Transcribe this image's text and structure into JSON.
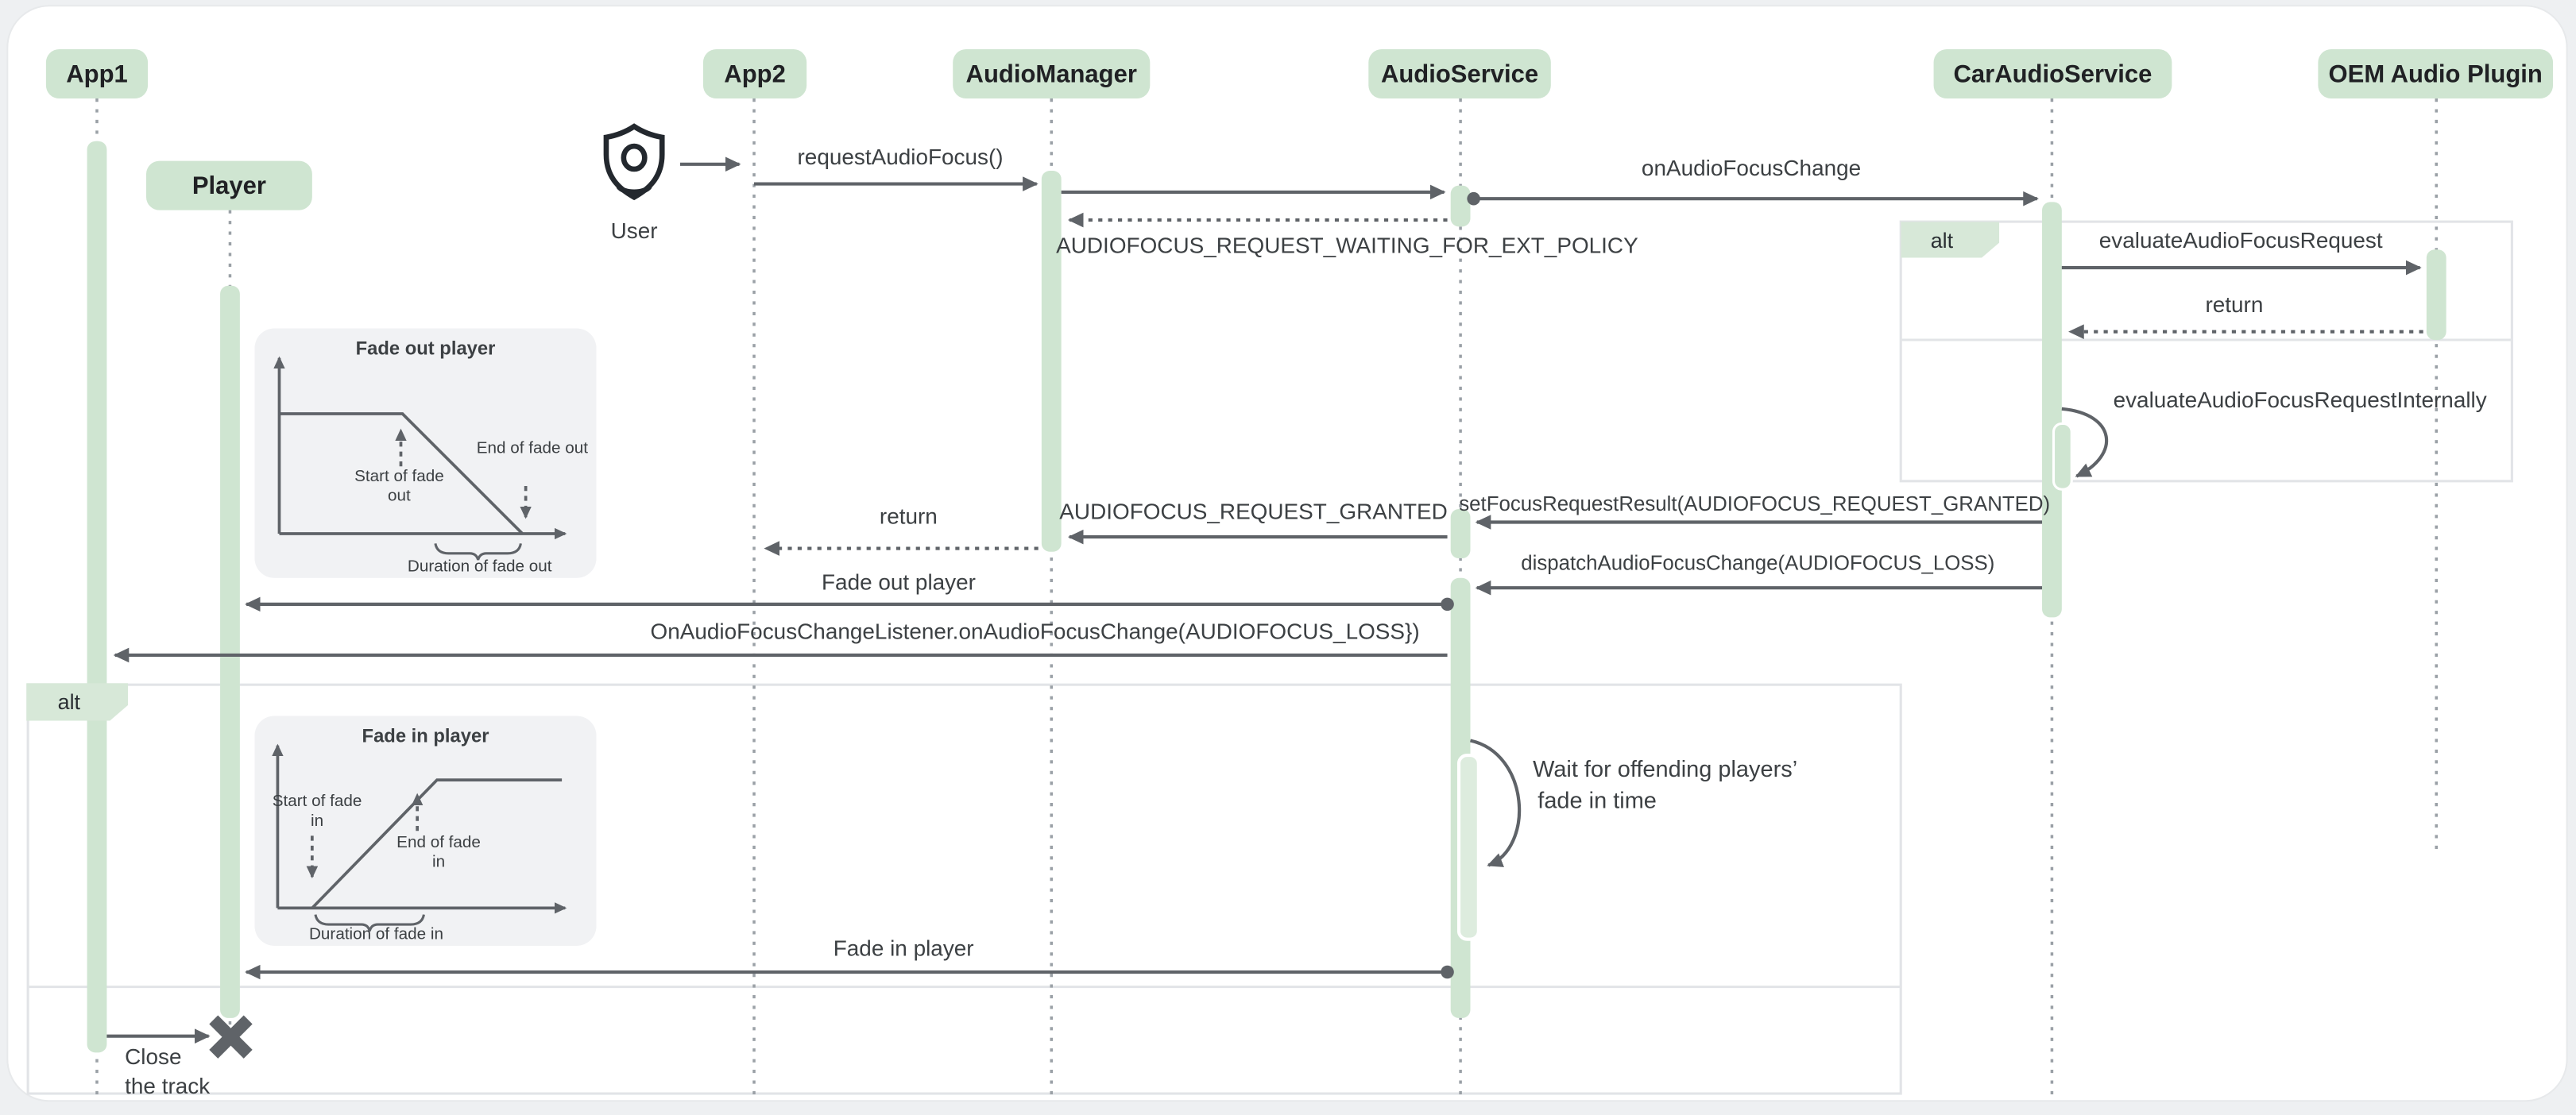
{
  "diagram": {
    "participants": {
      "app1": "App1",
      "player": "Player",
      "app2": "App2",
      "audio_manager": "AudioManager",
      "audio_service": "AudioService",
      "car_audio_service": "CarAudioService",
      "oem_audio_plugin": "OEM Audio Plugin"
    },
    "actor": {
      "label": "User"
    },
    "frames": {
      "alt_right": "alt",
      "alt_left": "alt"
    },
    "messages": {
      "request_audio_focus": "requestAudioFocus()",
      "on_audio_focus_change": "onAudioFocusChange",
      "waiting_for_ext_policy": "AUDIOFOCUS_REQUEST_WAITING_FOR_EXT_POLICY",
      "evaluate_audio_focus_request": "evaluateAudioFocusRequest",
      "return_from_oem": "return",
      "evaluate_internally": "evaluateAudioFocusRequestInternally",
      "set_focus_request_result": "setFocusRequestResult(AUDIOFOCUS_REQUEST_GRANTED)",
      "request_granted": "AUDIOFOCUS_REQUEST_GRANTED",
      "return_to_app2": "return",
      "dispatch_focus_change": "dispatchAudioFocusChange(AUDIOFOCUS_LOSS)",
      "fade_out_player": "Fade out player",
      "on_focus_change_listener": "OnAudioFocusChangeListener.onAudioFocusChange(AUDIOFOCUS_LOSS})",
      "wait_line1": "Wait for offending players’",
      "wait_line2": "fade in time",
      "fade_in_player": "Fade in player",
      "close_line1": "Close",
      "close_line2": "the track"
    },
    "insets": {
      "fade_out": {
        "title": "Fade out player",
        "start": "Start of fade out",
        "end": "End of fade out",
        "duration": "Duration of fade out"
      },
      "fade_in": {
        "title": "Fade in player",
        "start": "Start of fade in",
        "end": "End of fade in",
        "duration": "Duration of fade in"
      }
    },
    "colors": {
      "participant_fill": "#cfe5d1",
      "activation_fill": "#cfe5d1",
      "activation_nested_fill": "#ddecde",
      "frame_tag_fill": "#d7e8d8",
      "arrow": "#5f6368",
      "lifeline": "#9aa0a6",
      "text_dark": "#202124",
      "text_message": "#3c4043",
      "inset_bg": "#f1f2f4",
      "page_bg": "#eef0f2",
      "card_bg": "#ffffff",
      "frame_border": "#e2e4e7"
    }
  }
}
